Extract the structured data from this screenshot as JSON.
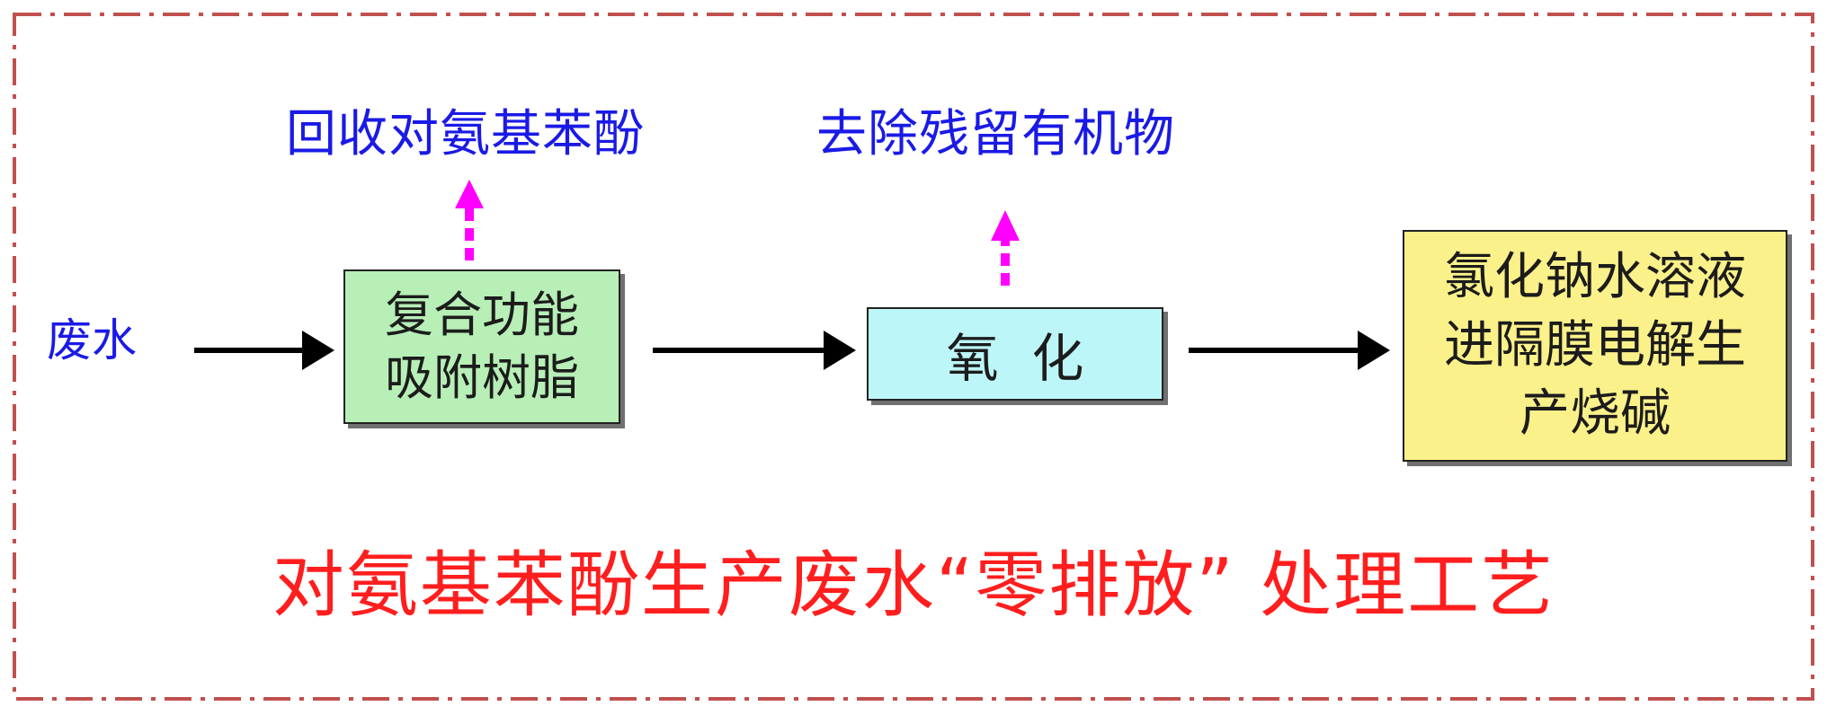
{
  "diagram": {
    "input_label": "废水",
    "output_labels": {
      "adsorption": "回收对氨基苯酚",
      "oxidation": "去除残留有机物"
    },
    "steps": {
      "adsorption": {
        "line1": "复合功能",
        "line2": "吸附树脂"
      },
      "oxidation": {
        "label": "氧  化"
      },
      "electrolysis": {
        "line1": "氯化钠水溶液",
        "line2": "进隔膜电解生",
        "line3": "产烧碱"
      }
    },
    "caption": "对氨基苯酚生产废水“零排放” 处理工艺"
  },
  "colors": {
    "border": "#c0504d",
    "flow_arrow": "#000000",
    "output_arrow": "#ff00ff",
    "label_blue": "#1a1ae6",
    "caption_red": "#ff1e1e",
    "adsorption_box": "#b7efb7",
    "oxidation_box": "#bdf6f9",
    "electrolysis_box": "#fbf18a"
  }
}
